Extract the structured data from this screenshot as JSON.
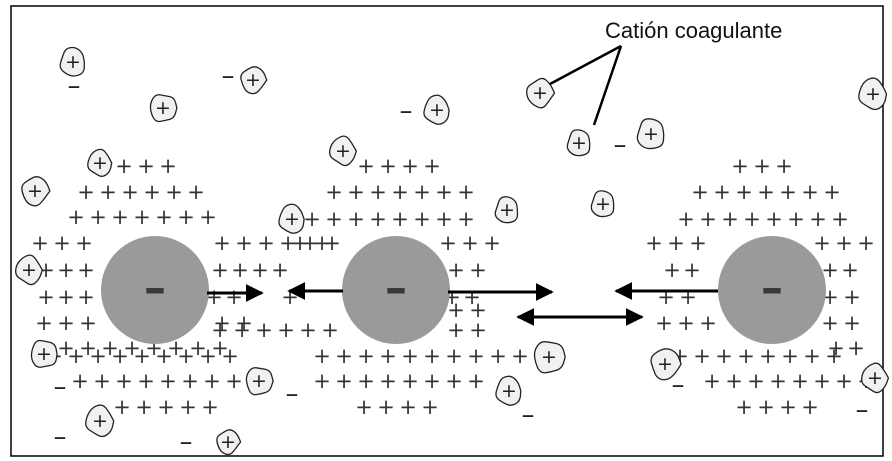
{
  "annotation": {
    "label": "Catión coagulante"
  },
  "symbols": {
    "plus": "+",
    "minus": "–",
    "particle_charge": "–"
  },
  "colors": {
    "particle_fill": "#9a9a9a",
    "cation_fill": "#f1f1f1",
    "outline": "#222222",
    "frame": "#000000"
  },
  "particles": [
    {
      "name": "left-colloid"
    },
    {
      "name": "center-colloid"
    },
    {
      "name": "right-colloid"
    }
  ]
}
